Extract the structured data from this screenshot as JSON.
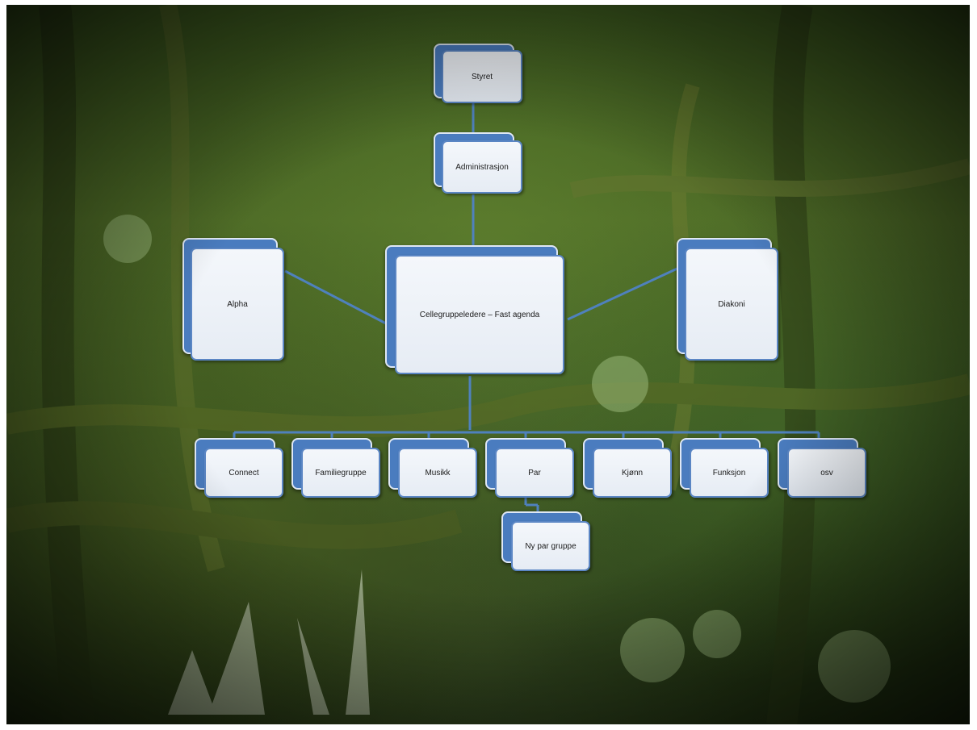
{
  "colors": {
    "box_back": "#4a7cbf",
    "box_face": "#eef2f8",
    "connector": "#4f81bd"
  },
  "org_chart": {
    "board": "Styret",
    "administration": "Administrasjon",
    "center": "Cellegruppeledere – Fast agenda",
    "left_side": "Alpha",
    "right_side": "Diakoni",
    "groups": [
      "Connect",
      "Familiegruppe",
      "Musikk",
      "Par",
      "Kjønn",
      "Funksjon",
      "osv"
    ],
    "sub_group": "Ny par gruppe"
  }
}
